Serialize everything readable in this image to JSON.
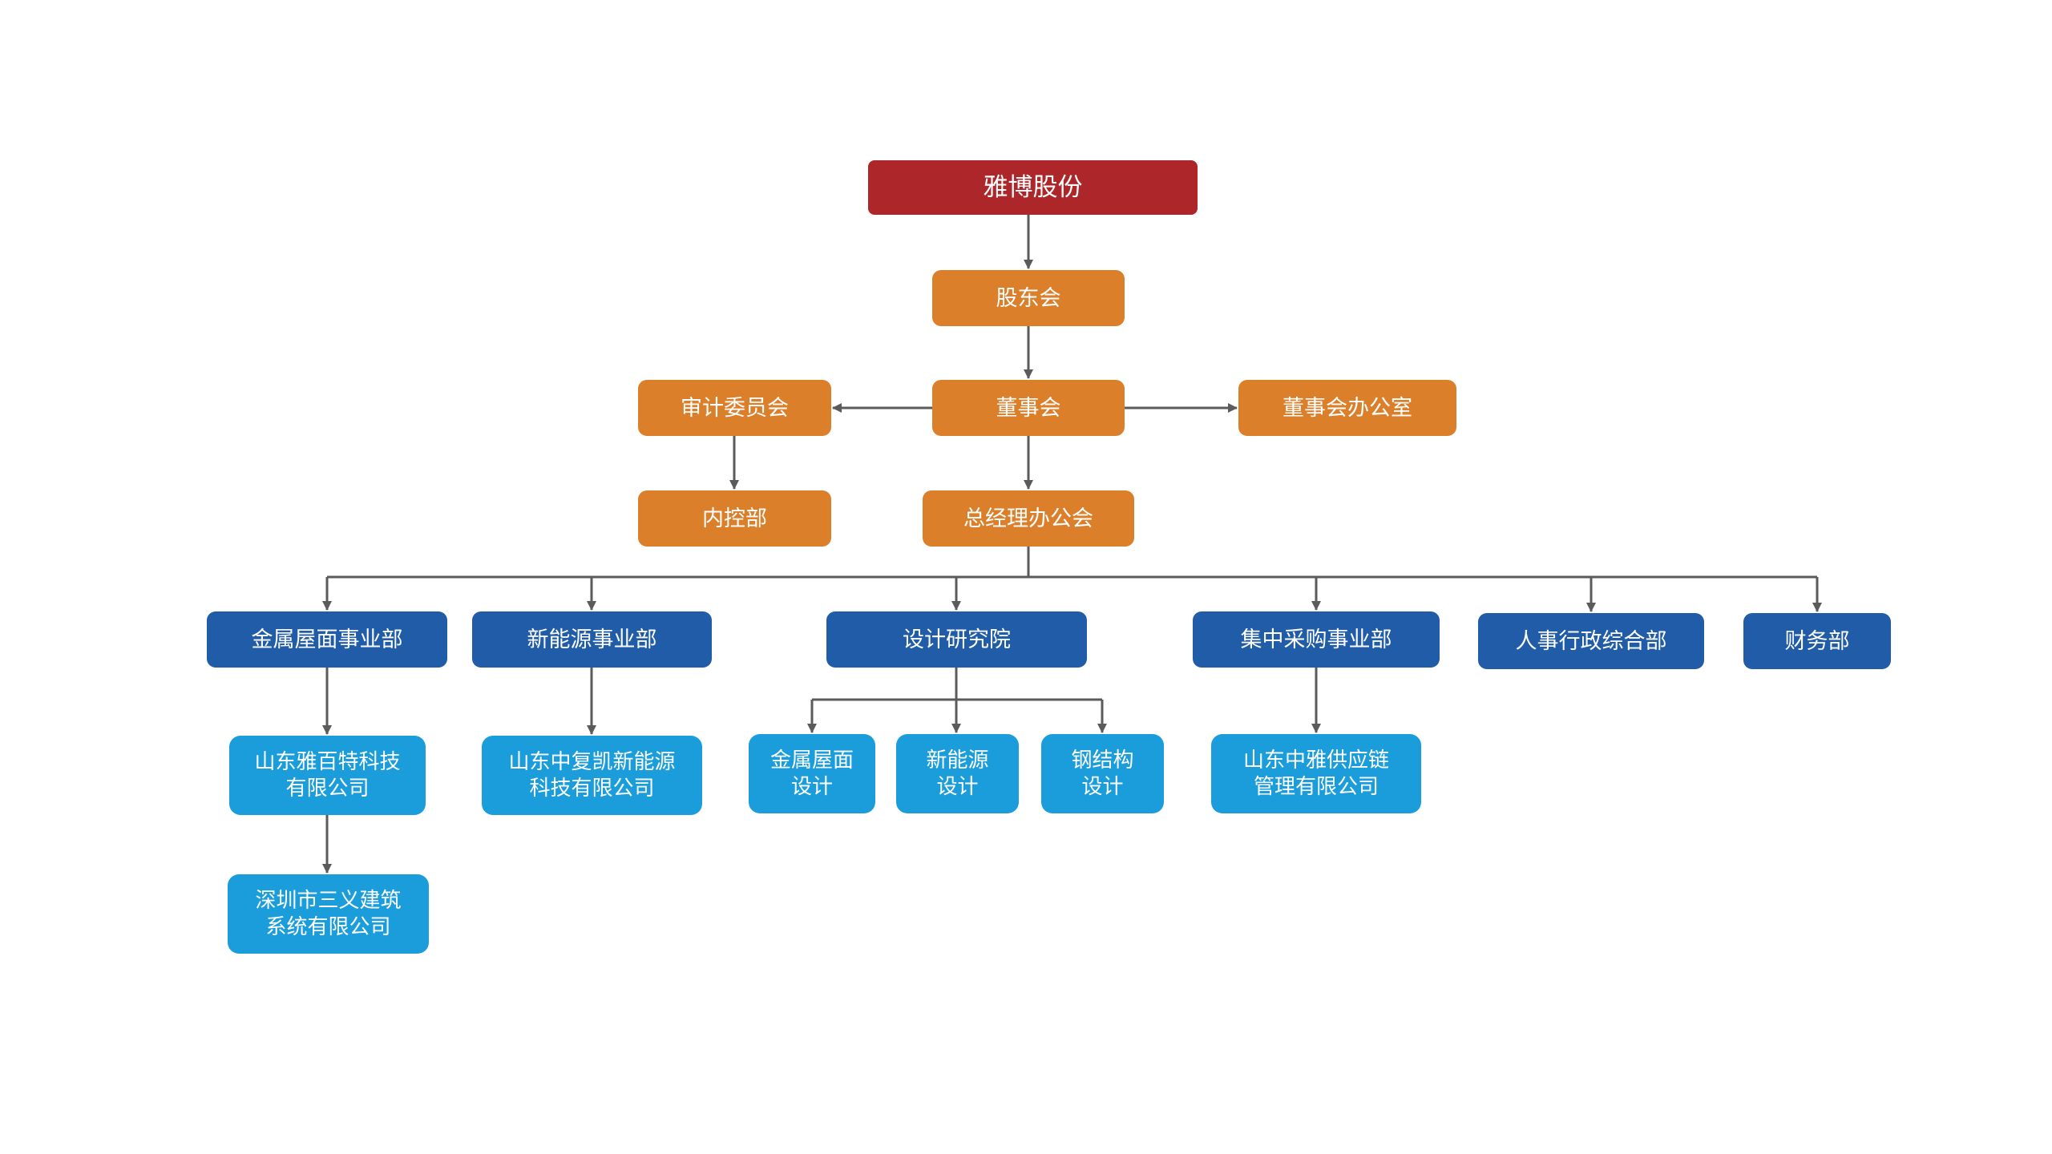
{
  "colors": {
    "root": "#ad262a",
    "governance": "#db7f2a",
    "division": "#205ca8",
    "subsidiary": "#1b9ddc",
    "connector": "#5b5b5b",
    "background": "#ffffff"
  },
  "org": {
    "root": "雅博股份",
    "shareholders_meeting": "股东会",
    "board": "董事会",
    "audit_committee": "审计委员会",
    "board_office": "董事会办公室",
    "internal_control": "内控部",
    "gm_office": "总经理办公会",
    "divisions": [
      "金属屋面事业部",
      "新能源事业部",
      "设计研究院",
      "集中采购事业部",
      "人事行政综合部",
      "财务部"
    ],
    "subsidiaries": {
      "metal_roof_co": "山东雅百特科技\n有限公司",
      "new_energy_co": "山东中复凯新能源\n科技有限公司",
      "design_metal_roof": "金属屋面\n设计",
      "design_new_energy": "新能源\n设计",
      "design_steel": "钢结构\n设计",
      "supply_chain_co": "山东中雅供应链\n管理有限公司",
      "shenzhen_co": "深圳市三义建筑\n系统有限公司"
    }
  }
}
